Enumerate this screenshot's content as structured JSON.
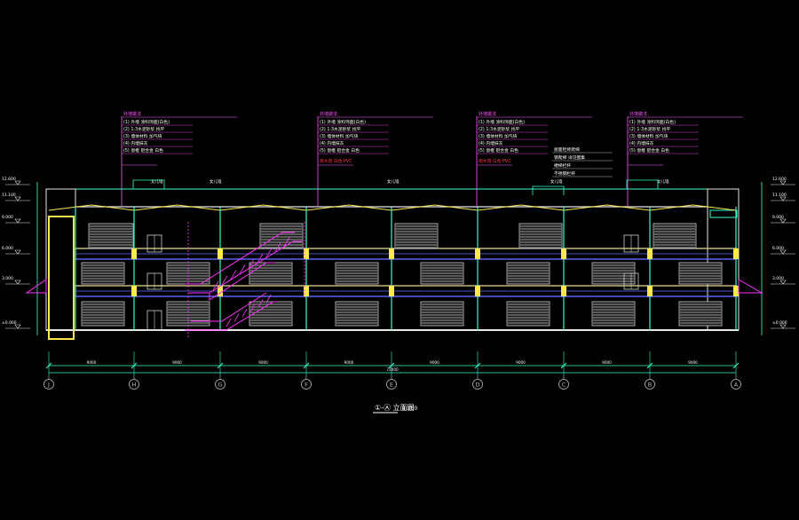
{
  "drawing": {
    "title": "①-Ⓐ 立面图",
    "scale": "1:100",
    "colors": {
      "background": "#000000",
      "outline": "#e8e8e8",
      "structure": "#33ffcc",
      "slab": "#5b6cff",
      "accent": "#ffe94d",
      "stair": "#ff33ff",
      "dimension": "#33ffcc",
      "note_header": "#ff55ff",
      "note_text": "#ffffff",
      "note_red": "#ff3344",
      "grid_bubble": "#bbbbbb"
    }
  },
  "axes": [
    {
      "label": "J"
    },
    {
      "label": "H"
    },
    {
      "label": "G"
    },
    {
      "label": "F"
    },
    {
      "label": "E"
    },
    {
      "label": "D"
    },
    {
      "label": "C"
    },
    {
      "label": "B"
    },
    {
      "label": "A"
    }
  ],
  "dimensions": {
    "spans": [
      "9000",
      "9000",
      "9000",
      "9000",
      "9000",
      "9000",
      "9000",
      "9000"
    ],
    "total": "72000"
  },
  "levels": {
    "left": [
      "12.600",
      "11.100",
      "9.000",
      "6.000",
      "3.000",
      "±0.000"
    ],
    "right": [
      "12.600",
      "11.100",
      "9.000",
      "6.000",
      "3.000",
      "±0.000"
    ]
  },
  "notes": [
    {
      "header": "外墙做法",
      "lines": [
        "(1) 外墙  涂料饰面(白色)  ",
        "(2) 1:3水泥砂浆  找平",
        "(3) 墙体材料  加气块",
        "(4) 内墙抹灰",
        "(5) 窗框 铝合金 白色"
      ],
      "extra": "",
      "red": ""
    },
    {
      "header": "外墙做法",
      "lines": [
        "(1) 外墙  涂料饰面(白色)  ",
        "(2) 1:3水泥砂浆  找平",
        "(3) 墙体材料  加气块",
        "(4) 内墙抹灰",
        "(5) 窗框 铝合金 白色"
      ],
      "extra": "",
      "red": "雨水管 白色 PVC"
    },
    {
      "header": "外墙做法",
      "lines": [
        "(1) 外墙  涂料饰面(白色)  ",
        "(2) 1:3水泥砂浆  找平",
        "(3) 墙体材料  加气块",
        "(4) 内墙抹灰",
        "(5) 窗框 铝合金 白色"
      ],
      "extra": "",
      "red": "雨水管 白色 PVC"
    },
    {
      "header": "外墙做法",
      "lines": [
        "(1) 外墙  涂料饰面(白色)  ",
        "(2) 1:3水泥砂浆  找平",
        "(3) 墙体材料  加气块",
        "(4) 内墙抹灰",
        "(5) 窗框 铝合金 白色"
      ],
      "extra": "",
      "red": ""
    }
  ],
  "side_note": {
    "lines": [
      "屋面检修爬梯",
      "钢爬梯 详见图集",
      "楼梯栏杆",
      "不锈钢栏杆"
    ]
  },
  "roof_labels": [
    "女儿墙",
    "女儿墙",
    "女儿墙",
    "女儿墙",
    "女儿墙"
  ]
}
